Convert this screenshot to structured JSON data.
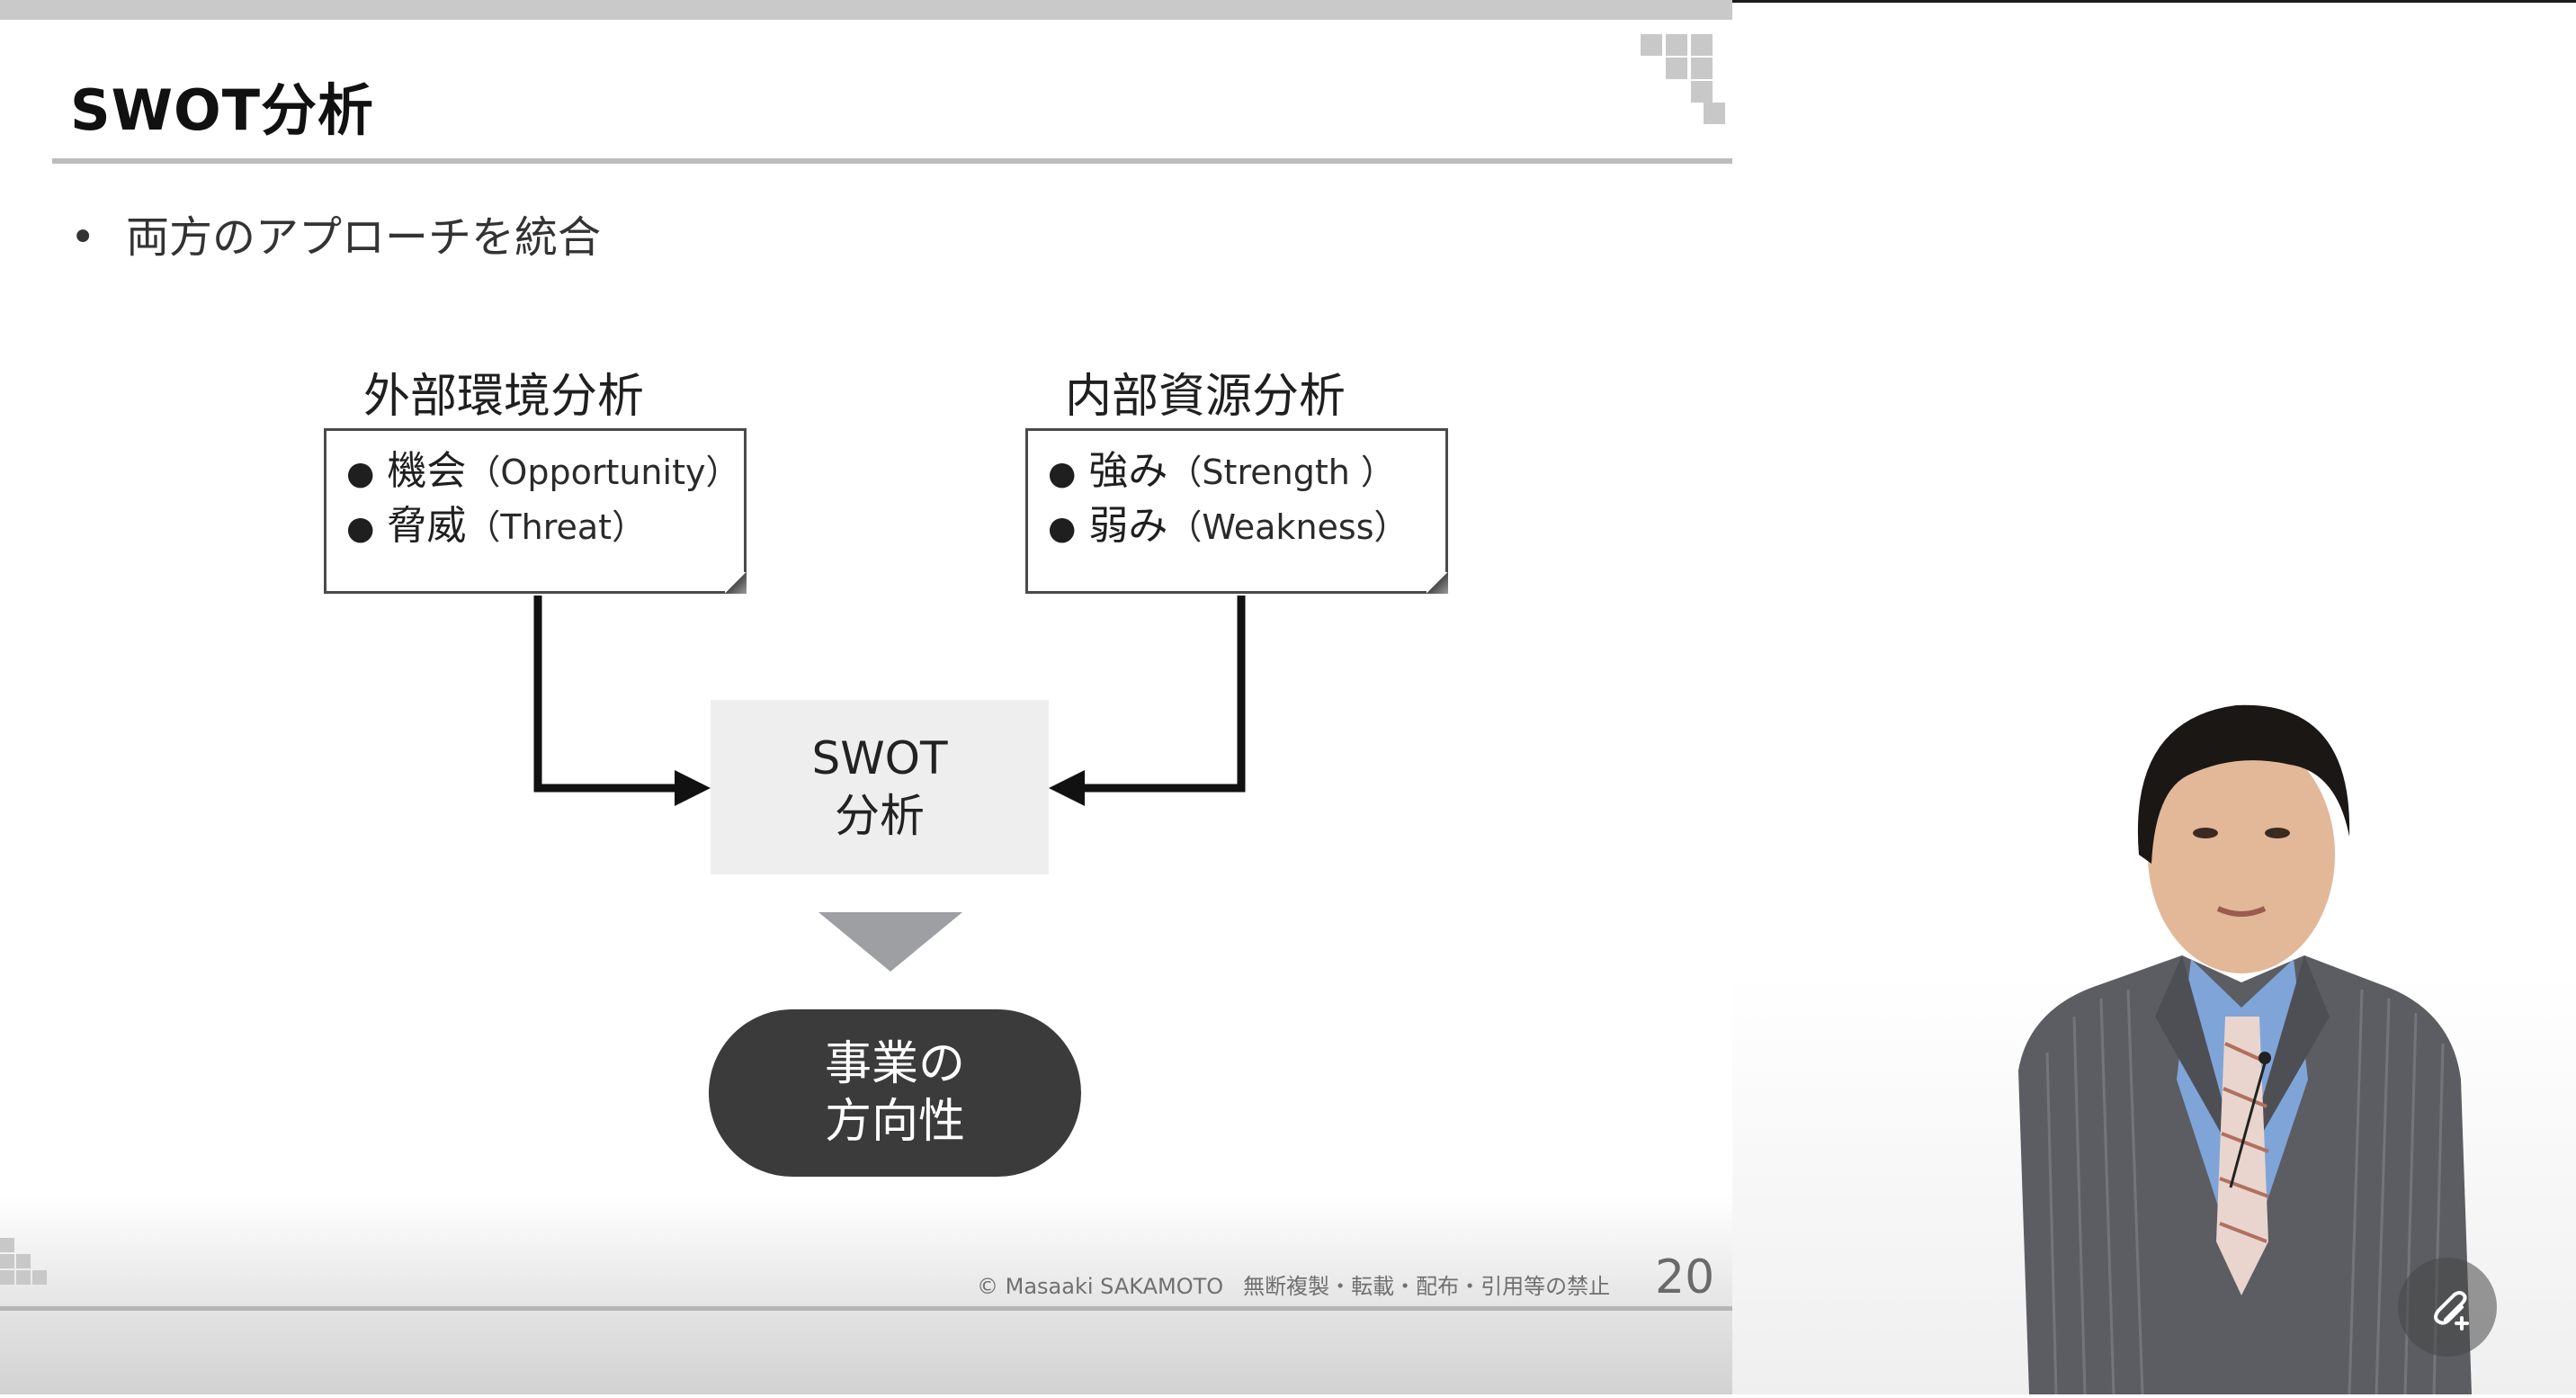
{
  "slide": {
    "title": "SWOT分析",
    "bullet": "両方のアプローチを統合",
    "bullet_marker": "•",
    "external": {
      "label": "外部環境分析",
      "items": [
        {
          "jp": "機会",
          "en": "（Opportunity）"
        },
        {
          "jp": "脅威",
          "en": "（Threat）"
        }
      ]
    },
    "internal": {
      "label": "内部資源分析",
      "items": [
        {
          "jp": "強み",
          "en": "（Strength ）"
        },
        {
          "jp": "弱み",
          "en": "（Weakness）"
        }
      ]
    },
    "center": {
      "line1": "SWOT",
      "line2": "分析"
    },
    "result": {
      "line1": "事業の",
      "line2": "方向性"
    },
    "footer": {
      "copyright": "© Masaaki SAKAMOTO",
      "notice": "無断複製・転載・配布・引用等の禁止",
      "page_number": "20"
    }
  },
  "video": {
    "presenter": "presenter-video",
    "attach_icon": "attachment-plus-icon"
  },
  "colors": {
    "accent_dark": "#3b3b3b",
    "box_fill": "#eeeeee",
    "rule_gray": "#bcbcbc",
    "arrow": "#111111",
    "triangle": "#9e9fa3",
    "suit": "#5b5d63",
    "shirt": "#7fa4d8"
  }
}
